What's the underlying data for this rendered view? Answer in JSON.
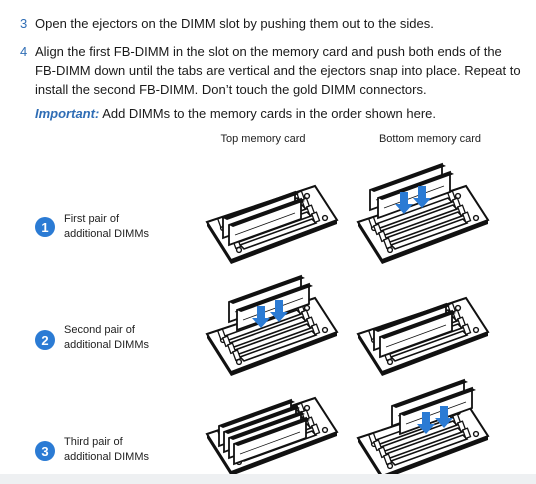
{
  "steps": [
    {
      "num": "3",
      "text": "Open the ejectors on the DIMM slot by pushing them out to the sides."
    },
    {
      "num": "4",
      "text": "Align the first FB-DIMM in the slot on the memory card and push both ends of the FB-DIMM down until the tabs are vertical and the ejectors snap into place. Repeat to install the second FB-DIMM. Don’t touch the gold DIMM connectors."
    }
  ],
  "important": {
    "label": "Important:",
    "text": "Add DIMMs to the memory cards in the order shown here."
  },
  "columns": {
    "top": "Top memory card",
    "bottom": "Bottom memory card"
  },
  "rows": [
    {
      "num": "1",
      "line1": "First pair of",
      "line2": "additional DIMMs"
    },
    {
      "num": "2",
      "line1": "Second pair of",
      "line2": "additional DIMMs"
    },
    {
      "num": "3",
      "line1": "Third pair of",
      "line2": "additional DIMMs"
    }
  ],
  "colors": {
    "accent": "#2f6db5",
    "arrow": "#2b7bd4"
  }
}
